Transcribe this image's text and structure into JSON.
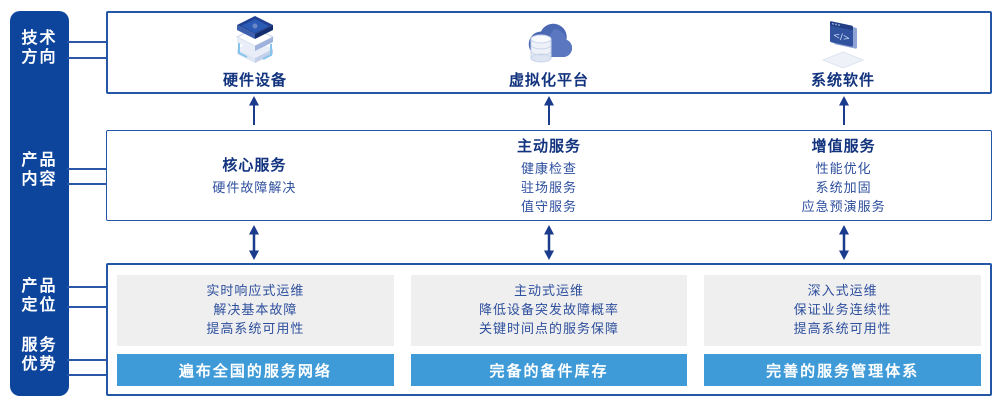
{
  "colors": {
    "sidebar_bg": "#0c459b",
    "box_border": "#2456a6",
    "heading_text": "#12337e",
    "body_text": "#2e4f9e",
    "advantage_bar_bg": "#3f9bd8",
    "advantage_bar_text": "#ffffff",
    "panel_bg": "#efefef",
    "arrow": "#1b3c8c",
    "icon_dark_blue": "#1e3f92",
    "icon_mid_blue": "#4a68b4",
    "icon_light": "#eef1f8"
  },
  "sidebar": {
    "items": [
      {
        "line1": "技术",
        "line2": "方向"
      },
      {
        "line1": "产品",
        "line2": "内容"
      },
      {
        "line1": "产品",
        "line2": "定位"
      },
      {
        "line1": "服务",
        "line2": "优势"
      }
    ]
  },
  "tech_row": {
    "items": [
      {
        "label": "硬件设备",
        "icon": "server-stack-icon"
      },
      {
        "label": "虚拟化平台",
        "icon": "cloud-database-icon"
      },
      {
        "label": "系统软件",
        "icon": "code-window-icon",
        "glyph": "</>"
      }
    ]
  },
  "content_row": {
    "columns": [
      {
        "heading": "核心服务",
        "items": [
          "硬件故障解决"
        ]
      },
      {
        "heading": "主动服务",
        "items": [
          "健康检查",
          "驻场服务",
          "值守服务"
        ]
      },
      {
        "heading": "增值服务",
        "items": [
          "性能优化",
          "系统加固",
          "应急预演服务"
        ]
      }
    ]
  },
  "positioning_row": {
    "columns": [
      {
        "points": [
          "实时响应式运维",
          "解决基本故障",
          "提高系统可用性"
        ],
        "advantage": "遍布全国的服务网络"
      },
      {
        "points": [
          "主动式运维",
          "降低设备突发故障概率",
          "关键时间点的服务保障"
        ],
        "advantage": "完备的备件库存"
      },
      {
        "points": [
          "深入式运维",
          "保证业务连续性",
          "提高系统可用性"
        ],
        "advantage": "完善的服务管理体系"
      }
    ]
  }
}
